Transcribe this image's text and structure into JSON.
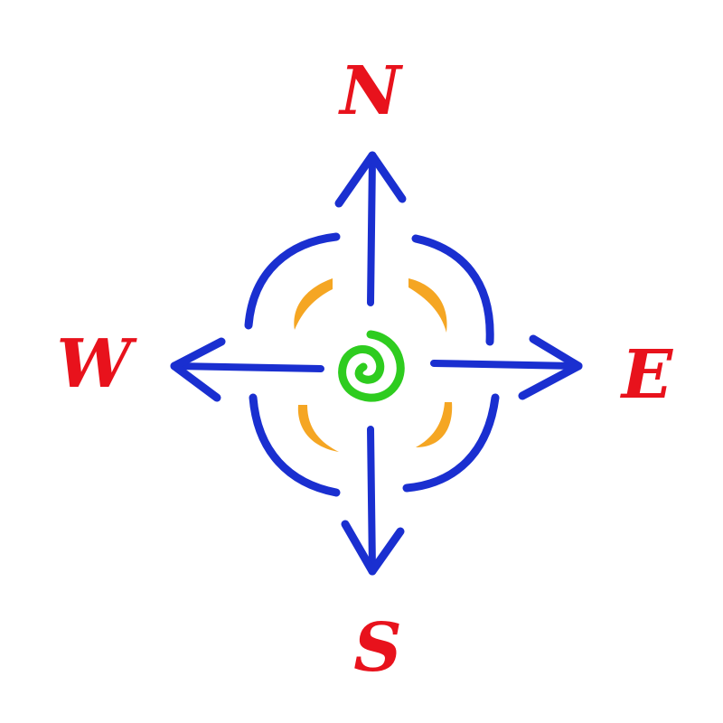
{
  "compass": {
    "directions": {
      "north": "N",
      "east": "E",
      "south": "S",
      "west": "W"
    },
    "colors": {
      "letters": "#e8121c",
      "arrows": "#1a2fd0",
      "center_spiral": "#2ecc1f",
      "petals": "#f5a623"
    },
    "icons": {
      "center": "spiral-icon",
      "arrows": "arrow-icon",
      "ring": "ring-arc-icon",
      "petals": "crescent-icon"
    }
  }
}
